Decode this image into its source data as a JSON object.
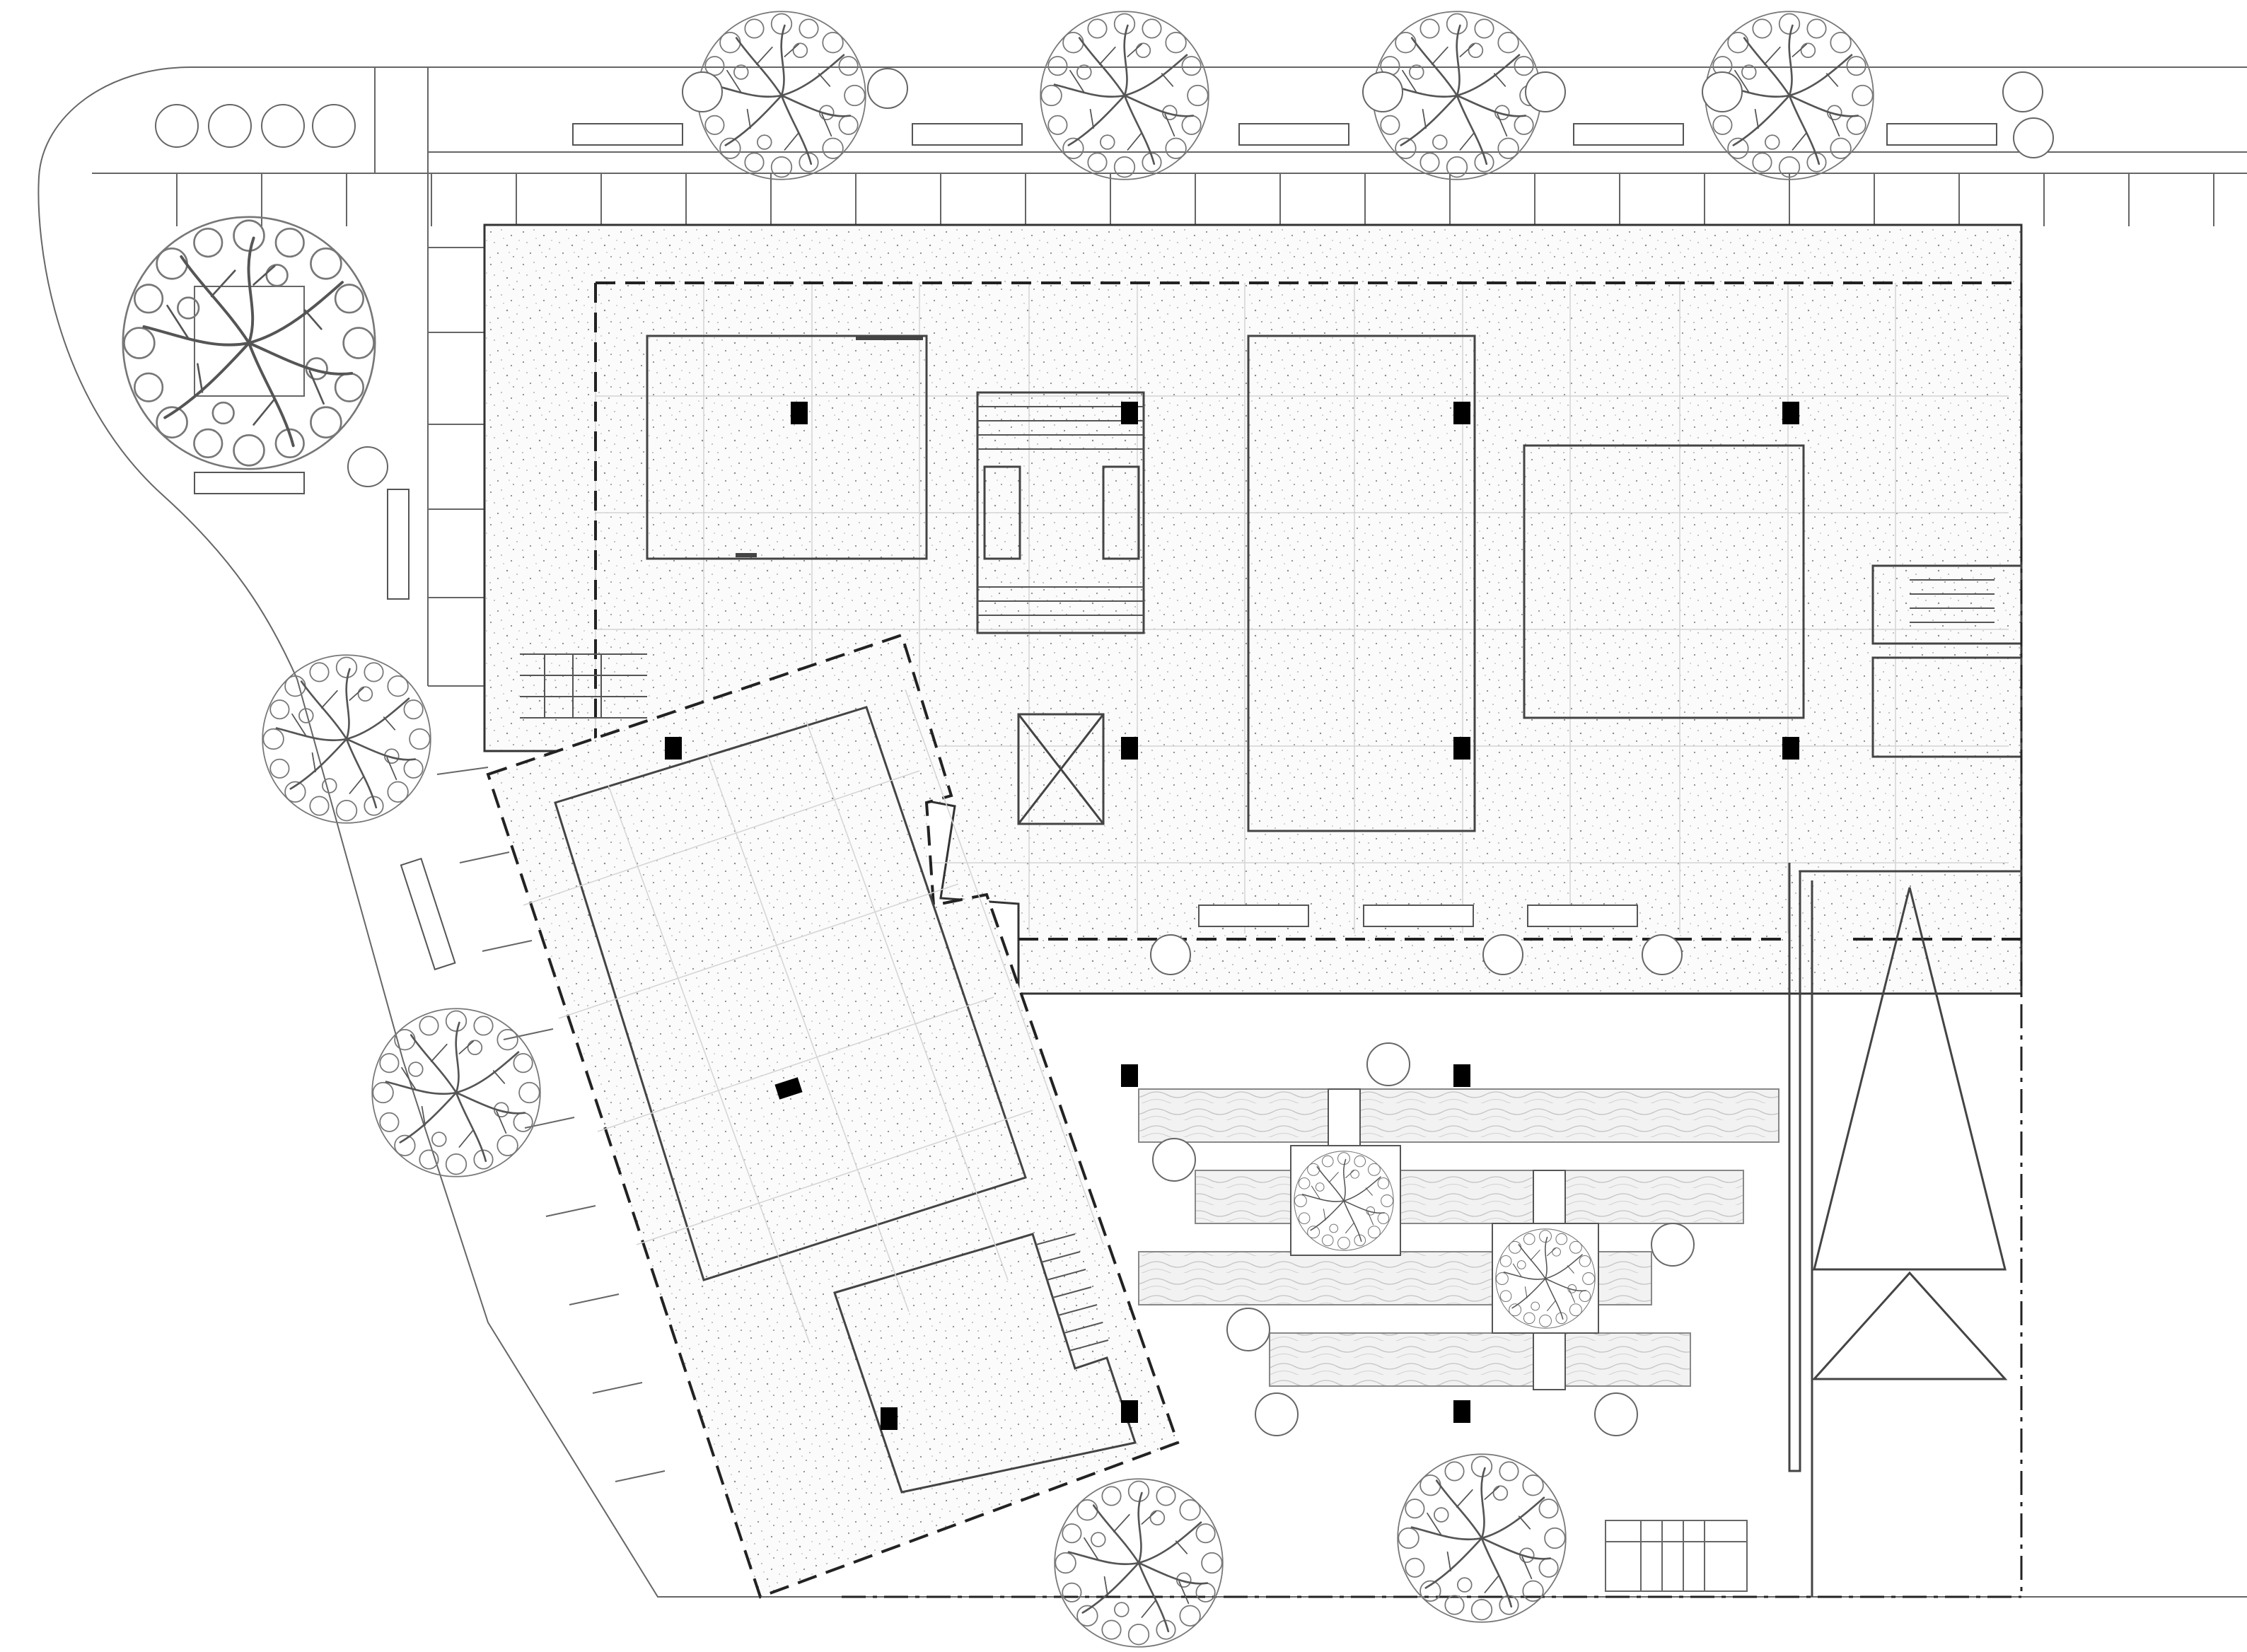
{
  "drawing": {
    "kind": "site-plan",
    "colors": {
      "background": "#ffffff",
      "line": "#444444",
      "column": "#000000",
      "paving_stipple": "#888888",
      "grid": "#d4d4d4"
    },
    "paving_pattern": "stipple",
    "planter_pattern": "wave",
    "labels": []
  }
}
